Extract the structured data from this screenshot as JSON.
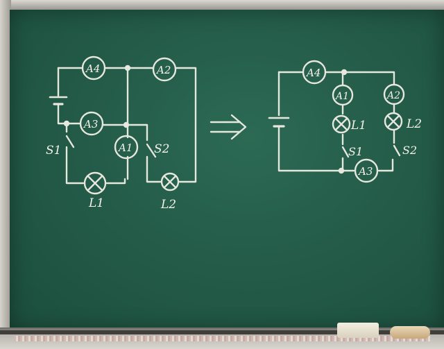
{
  "photo": {
    "subject": "chalkboard circuit diagrams",
    "colors": {
      "board": "#245c49",
      "chalk": "#f4f2ea"
    }
  },
  "left_circuit": {
    "ammeters": {
      "a4": "A4",
      "a2": "A2",
      "a3": "A3",
      "a1": "A1"
    },
    "switches": {
      "s1": "S1",
      "s2": "S2"
    },
    "lamps": {
      "l1": "L1",
      "l2": "L2"
    }
  },
  "arrow": {
    "symbol": "⇒"
  },
  "right_circuit": {
    "ammeters": {
      "a4": "A4",
      "a1": "A1",
      "a2": "A2",
      "a3": "A3"
    },
    "lamps": {
      "l1": "L1",
      "l2": "L2"
    },
    "switches": {
      "s1": "S1",
      "s2": "S2"
    }
  }
}
